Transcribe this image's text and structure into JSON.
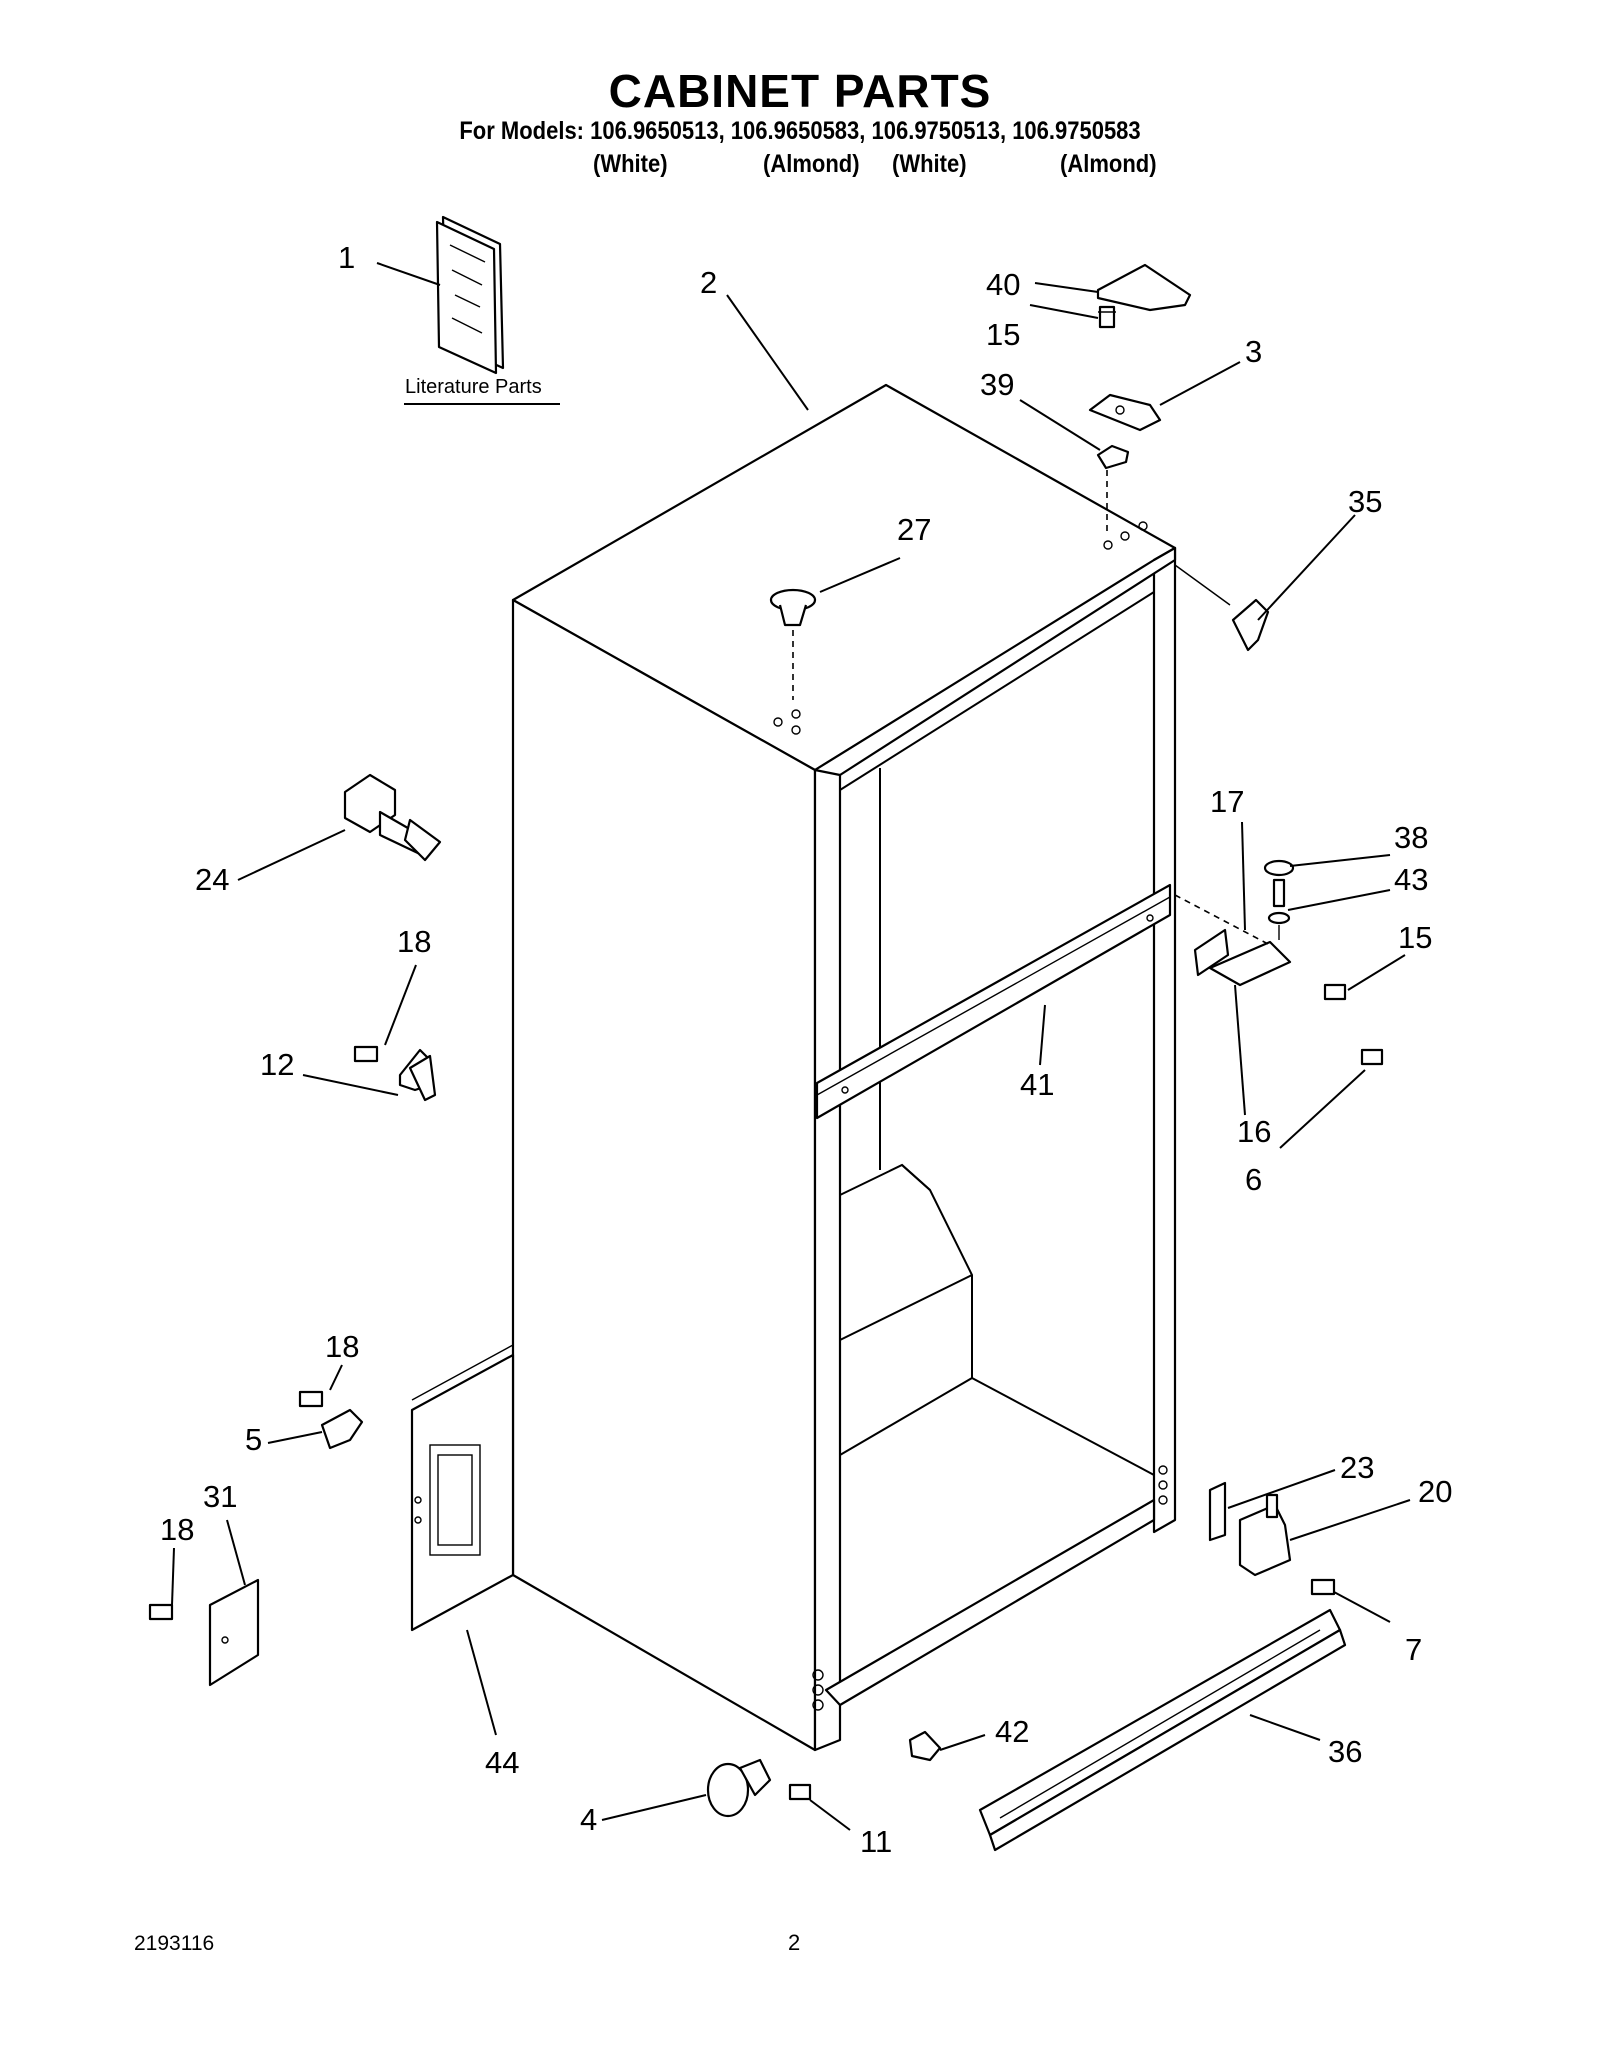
{
  "header": {
    "title": "CABINET PARTS",
    "models_line": "For Models: 106.9650513, 106.9650583, 106.9750513, 106.9750583",
    "variants": [
      "(White)",
      "(Almond)",
      "(White)",
      "(Almond)"
    ]
  },
  "literature_label": "Literature Parts",
  "callouts": [
    "1",
    "2",
    "40",
    "15",
    "3",
    "39",
    "35",
    "27",
    "24",
    "18",
    "12",
    "17",
    "38",
    "43",
    "15",
    "41",
    "16",
    "6",
    "18",
    "5",
    "31",
    "18",
    "44",
    "23",
    "20",
    "7",
    "42",
    "36",
    "4",
    "11"
  ],
  "footer": {
    "doc_number": "2193116",
    "page_number": "2"
  }
}
